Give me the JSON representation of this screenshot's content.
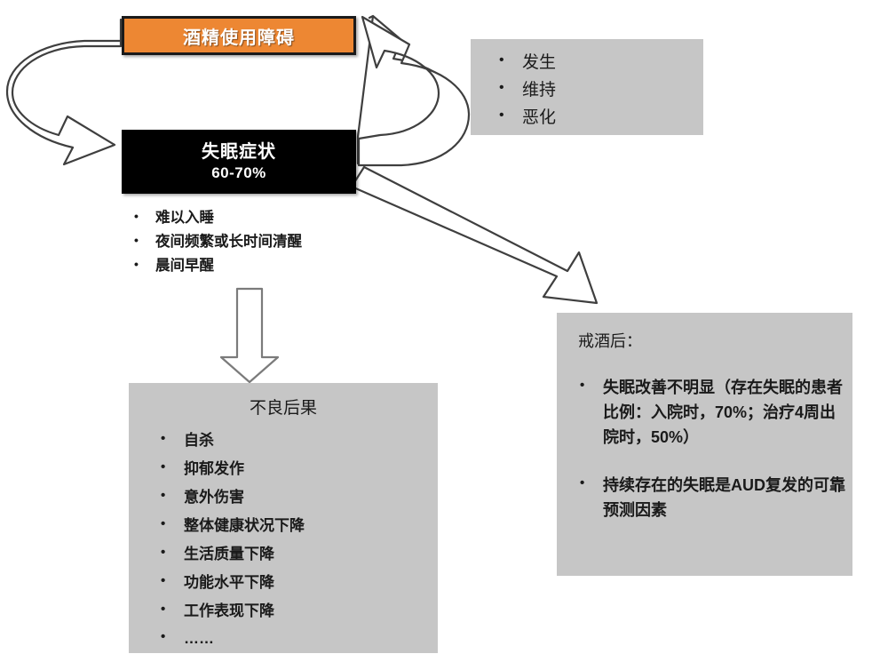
{
  "diagram": {
    "title_nodes": {
      "aud": {
        "label": "酒精使用障碍",
        "fill": "#ED8733",
        "border": "#1a1a1a",
        "text_color": "#ffffff"
      },
      "insomnia": {
        "label": "失眠症状",
        "prevalence": "60-70%",
        "fill": "#000000",
        "text_color": "#ffffff"
      }
    },
    "onset_box": {
      "fill": "#C6C6C6",
      "items": [
        "发生",
        "维持",
        "恶化"
      ]
    },
    "symptom_list": {
      "items": [
        "难以入睡",
        "夜间频繁或长时间清醒",
        "晨间早醒"
      ]
    },
    "consequences_box": {
      "fill": "#C6C6C6",
      "title": "不良后果",
      "items": [
        "自杀",
        "抑郁发作",
        "意外伤害",
        "整体健康状况下降",
        "生活质量下降",
        "功能水平下降",
        "工作表现下降",
        "……"
      ]
    },
    "abstinence_box": {
      "fill": "#C6C6C6",
      "title": "戒酒后：",
      "items": [
        "失眠改善不明显（存在失眠的患者比例：入院时，70%；治疗4周出院时，50%）",
        "持续存在的失眠是AUD复发的可靠预测因素"
      ]
    },
    "arrows": {
      "left_curved": "curved-arrow-aud-to-insomnia",
      "right_curved": "curved-arrow-insomnia-to-aud",
      "down": "down-arrow-to-consequences",
      "diagonal": "diagonal-arrow-to-abstinence"
    }
  }
}
